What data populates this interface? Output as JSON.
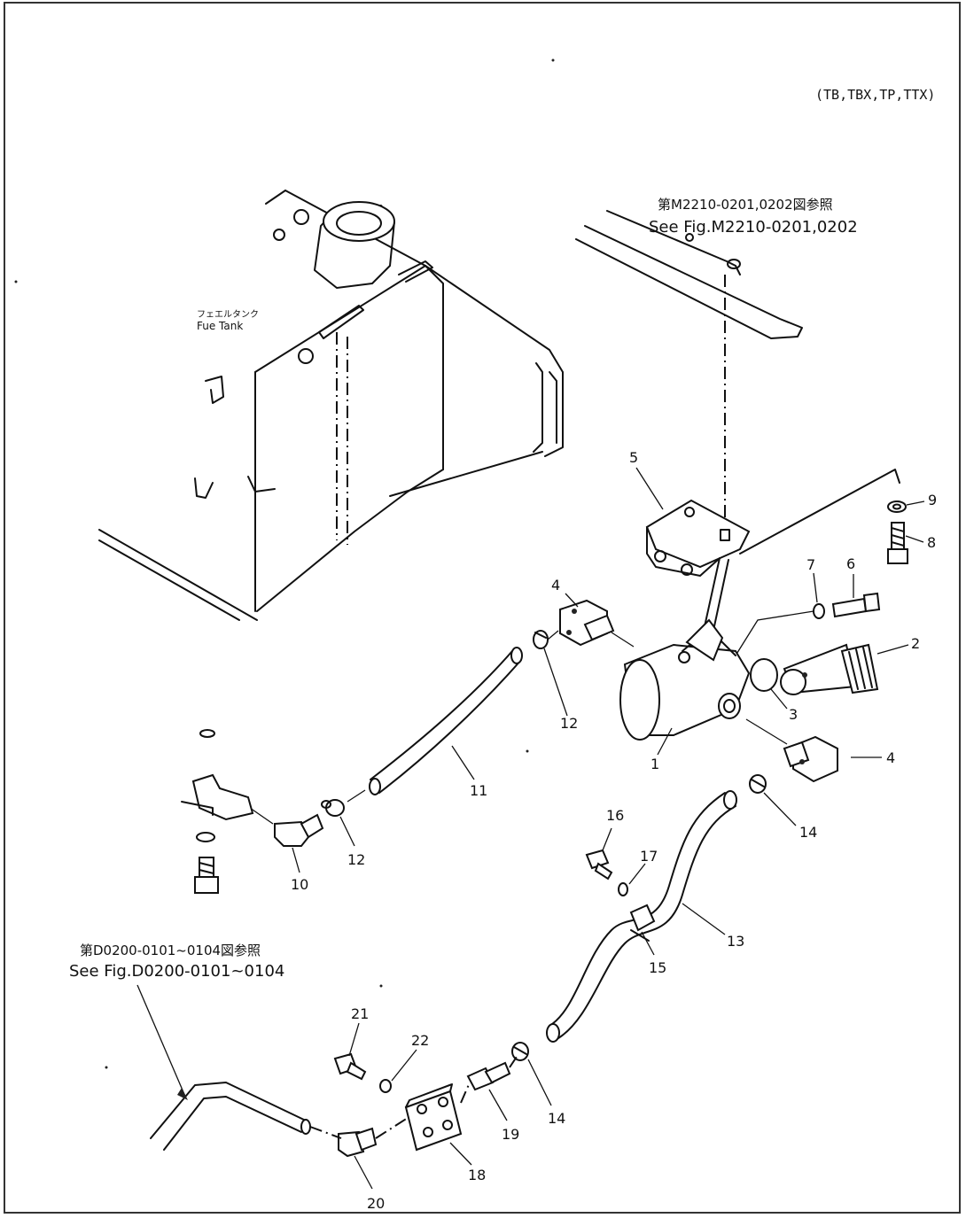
{
  "header": {
    "variants": "(TB,TBX,TP,TTX)"
  },
  "fuel_tank": {
    "label_jp": "フェエルタンク",
    "label_en": "Fue Tank"
  },
  "references": {
    "upper": {
      "jp": "第M2210-0201,0202図参照",
      "en": "See Fig.M2210-0201,0202"
    },
    "lower": {
      "jp": "第D0200-0101~0104図参照",
      "en": "See Fig.D0200-0101~0104"
    }
  },
  "callouts": {
    "c1": "1",
    "c2": "2",
    "c3": "3",
    "c4a": "4",
    "c4b": "4",
    "c5": "5",
    "c6": "6",
    "c7": "7",
    "c8": "8",
    "c9": "9",
    "c10": "10",
    "c11": "11",
    "c12a": "12",
    "c12b": "12",
    "c13": "13",
    "c14a": "14",
    "c14b": "14",
    "c15": "15",
    "c16": "16",
    "c17": "17",
    "c18": "18",
    "c19": "19",
    "c20": "20",
    "c21": "21",
    "c22": "22"
  }
}
